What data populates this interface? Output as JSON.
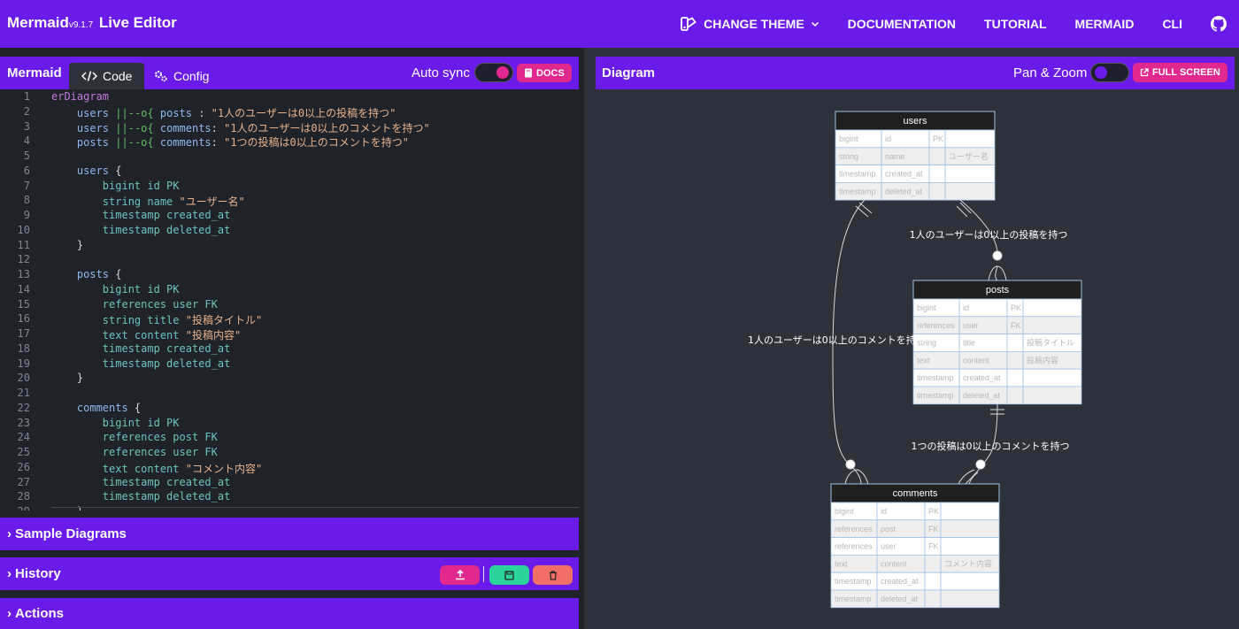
{
  "app": {
    "name": "Mermaid",
    "version": "v9.1.7",
    "subtitle": "Live Editor"
  },
  "topnav": {
    "change_theme": "CHANGE THEME",
    "documentation": "DOCUMENTATION",
    "tutorial": "TUTORIAL",
    "mermaid": "MERMAID",
    "cli": "CLI"
  },
  "editor": {
    "title": "Mermaid",
    "tab_code": "Code",
    "tab_config": "Config",
    "auto_sync": "Auto sync",
    "docs": "DOCS",
    "lines": [
      "erDiagram",
      "    users ||--o{ posts : \"1人のユーザーは0以上の投稿を持つ\"",
      "    users ||--o{ comments: \"1人のユーザーは0以上のコメントを持つ\"",
      "    posts ||--o{ comments: \"1つの投稿は0以上のコメントを持つ\"",
      "",
      "    users {",
      "        bigint id PK",
      "        string name \"ユーザー名\"",
      "        timestamp created_at",
      "        timestamp deleted_at",
      "    }",
      "",
      "    posts {",
      "        bigint id PK",
      "        references user FK",
      "        string title \"投稿タイトル\"",
      "        text content \"投稿内容\"",
      "        timestamp created_at",
      "        timestamp deleted_at",
      "    }",
      "",
      "    comments {",
      "        bigint id PK",
      "        references post FK",
      "        references user FK",
      "        text content \"コメント内容\"",
      "        timestamp created_at",
      "        timestamp deleted_at",
      "    }"
    ]
  },
  "panels": {
    "sample_diagrams": "Sample Diagrams",
    "history": "History",
    "actions": "Actions"
  },
  "diagram": {
    "title": "Diagram",
    "pan_zoom": "Pan & Zoom",
    "full_screen": "FULL SCREEN",
    "entities": [
      {
        "name": "users",
        "rows": [
          [
            "bigint",
            "id",
            "PK",
            ""
          ],
          [
            "string",
            "name",
            "",
            "ユーザー名"
          ],
          [
            "timestamp",
            "created_at",
            "",
            ""
          ],
          [
            "timestamp",
            "deleted_at",
            "",
            ""
          ]
        ]
      },
      {
        "name": "posts",
        "rows": [
          [
            "bigint",
            "id",
            "PK",
            ""
          ],
          [
            "references",
            "user",
            "FK",
            ""
          ],
          [
            "string",
            "title",
            "",
            "投稿タイトル"
          ],
          [
            "text",
            "content",
            "",
            "投稿内容"
          ],
          [
            "timestamp",
            "created_at",
            "",
            ""
          ],
          [
            "timestamp",
            "deleted_at",
            "",
            ""
          ]
        ]
      },
      {
        "name": "comments",
        "rows": [
          [
            "bigint",
            "id",
            "PK",
            ""
          ],
          [
            "references",
            "post",
            "FK",
            ""
          ],
          [
            "references",
            "user",
            "FK",
            ""
          ],
          [
            "text",
            "content",
            "",
            "コメント内容"
          ],
          [
            "timestamp",
            "created_at",
            "",
            ""
          ],
          [
            "timestamp",
            "deleted_at",
            "",
            ""
          ]
        ]
      }
    ],
    "relationships": [
      {
        "label": "1人のユーザーは0以上の投稿を持つ"
      },
      {
        "label": "1人のユーザーは0以上のコメントを持つ"
      },
      {
        "label": "1つの投稿は0以上のコメントを持つ"
      }
    ]
  },
  "colors": {
    "brand": "#6a1bea",
    "accent": "#e0288f",
    "save": "#2bd49a",
    "delete": "#f07068"
  }
}
